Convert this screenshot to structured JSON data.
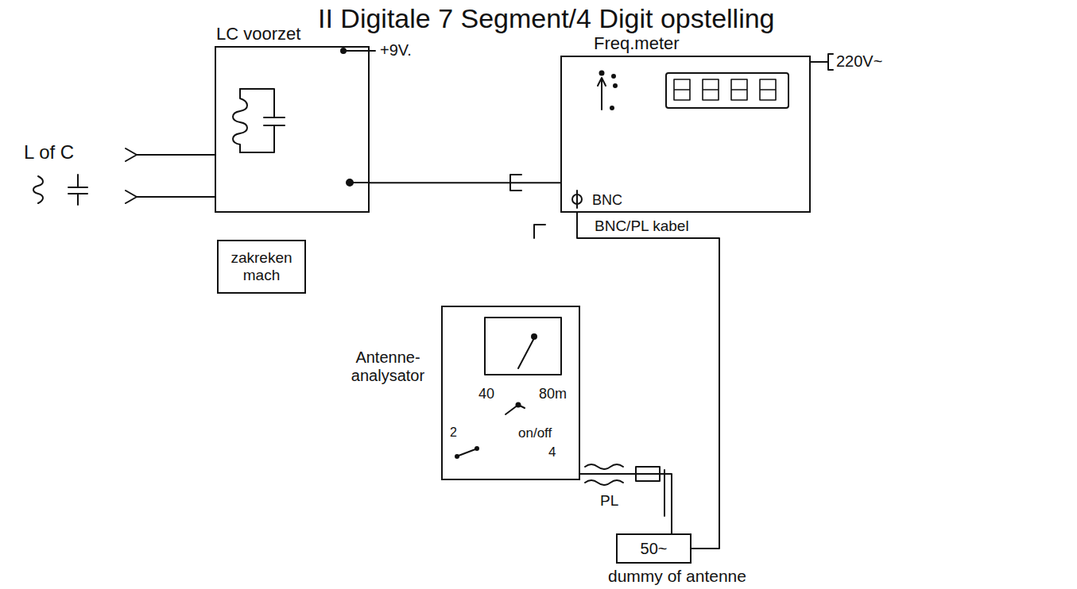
{
  "diagram": {
    "title": "II Digitale 7 Segment/4 Digit opstelling",
    "nodes": [
      {
        "text": [
          "LC voorzet"
        ]
      },
      {
        "text": [
          "Freq.meter",
          "BNC"
        ]
      },
      {
        "text": [
          "zakreken mach"
        ]
      },
      {
        "text": [
          "Antenne-analysator"
        ]
      },
      {
        "text": [
          "50~",
          "dummy of antenne"
        ]
      }
    ],
    "edges": [
      {
        "from": 0,
        "to": 1,
        "arrow": "none"
      },
      {
        "from": 1,
        "to": 4,
        "label": "BNC/PL kabel",
        "arrow": "none"
      },
      {
        "from": 3,
        "to": 4,
        "label": "PL",
        "arrow": "none"
      }
    ],
    "labels": [
      "L of C",
      "+9V.",
      "220V~",
      "40",
      "80m",
      "2",
      "on/off",
      "4"
    ]
  }
}
